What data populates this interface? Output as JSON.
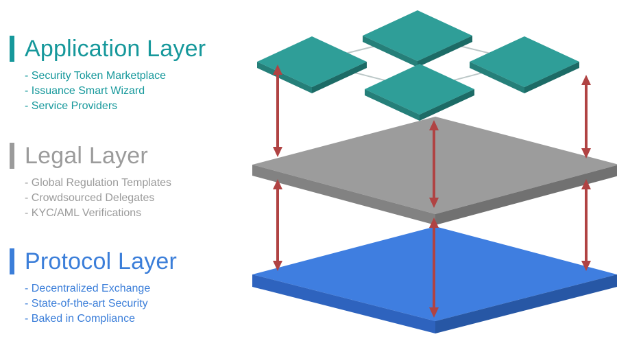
{
  "layers": [
    {
      "title": "Application Layer",
      "color": "#16989B",
      "bullets": [
        "- Security Token Marketplace",
        "- Issuance Smart Wizard",
        "- Service Providers"
      ]
    },
    {
      "title": "Legal Layer",
      "color": "#9B9B9B",
      "bullets": [
        "- Global Regulation Templates",
        "- Crowdsourced Delegates",
        "- KYC/AML Verifications"
      ]
    },
    {
      "title": "Protocol Layer",
      "color": "#3B7ED9",
      "bullets": [
        "- Decentralized Exchange",
        "- State-of-the-art Security",
        "- Baked in Compliance"
      ]
    }
  ],
  "diagram": {
    "type": "isometric-stack",
    "application_tiles_count": 4,
    "double_arrows_count": 6,
    "colors": {
      "tile_top": "#2F9E98",
      "tile_side_left": "#257F79",
      "tile_side_right": "#1C6B66",
      "legal_top": "#9C9C9C",
      "legal_side_left": "#828282",
      "legal_side_right": "#717171",
      "protocol_top": "#3F7EE0",
      "protocol_side_left": "#2E63BE",
      "protocol_side_right": "#2757A5",
      "arrow": "#B04343",
      "connector": "#BCC8C8"
    }
  }
}
